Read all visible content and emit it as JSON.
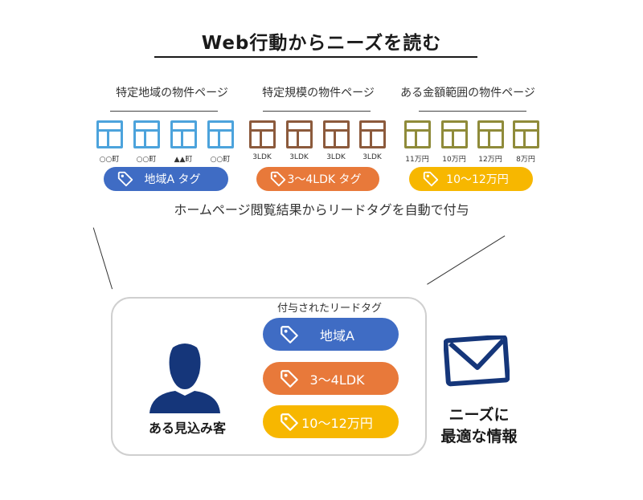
{
  "title": "Web行動からニーズを読む",
  "subtitle": "ホームページ閲覧結果からリードタグを自動で付与",
  "colors": {
    "blue": "#3f6cc4",
    "blue_icon": "#4ca3dc",
    "brown": "#8c5a3c",
    "orange": "#e8793a",
    "olive": "#8f8b3a",
    "yellow": "#f7b700",
    "navy": "#15367a"
  },
  "groups": [
    {
      "label": "特定地域の物件ページ",
      "captions": [
        "○○町",
        "○○町",
        "▲▲町",
        "○○町"
      ],
      "tag": "地域A タグ"
    },
    {
      "label": "特定規模の物件ページ",
      "captions": [
        "3LDK",
        "3LDK",
        "3LDK",
        "3LDK"
      ],
      "tag": "3～4LDK タグ"
    },
    {
      "label": "ある金額範囲の物件ページ",
      "captions": [
        "11万円",
        "10万円",
        "12万円",
        "8万円"
      ],
      "tag": "10～12万円"
    }
  ],
  "card": {
    "label": "付与されたリードタグ",
    "tags": [
      "地域A",
      "3～4LDK",
      "10～12万円"
    ],
    "person": "ある見込み客"
  },
  "info": {
    "line1": "ニーズに",
    "line2": "最適な情報"
  }
}
